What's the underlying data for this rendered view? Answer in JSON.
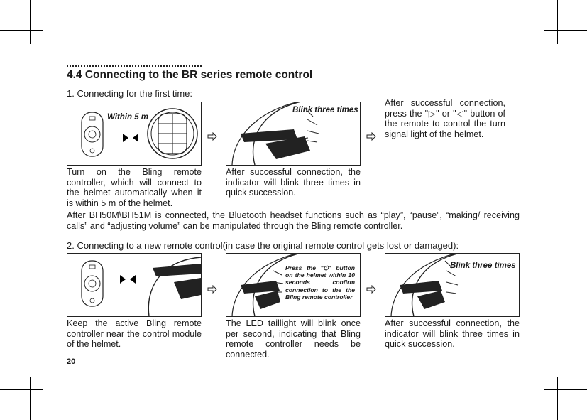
{
  "header": {
    "title": "4.4 Connecting to the BR series remote control",
    "first_time": "1. Connecting for the first time:",
    "new_remote": "2. Connecting to a new remote control(in case the original remote control gets lost or damaged):"
  },
  "section1": {
    "panel1_label": "Within 5 m",
    "panel2_label": "Blink three times",
    "caption1": "Turn on the Bling remote controller, which will connect to the helmet automatically when it is within 5 m of the helmet.",
    "caption2": "After successful connection, the indicator will blink three times in quick succession.",
    "caption3": "After successful connection, press the \"▷\" or \"◁\" button of the remote to control the turn signal light of the helmet."
  },
  "paragraph": "After BH50M\\BH51M is connected, the Bluetooth headset functions such as “play”, “pause”,  “making/ receiving calls” and  “adjusting volume” can be manipulated through the Bling remote controller.",
  "section2": {
    "press_note": "Press the \"⏻\" button on the helmet within 10 seconds confirm connection to the the Bling remote controller",
    "panel3_label": "Blink three times",
    "caption1": "Keep the active Bling remote controller near the control module of the helmet.",
    "caption2": "The LED taillight will blink once per second, indicating that Bling remote controller needs be connected.",
    "caption3": "After successful connection, the indicator will blink three times in quick succession."
  },
  "page_number": "20"
}
